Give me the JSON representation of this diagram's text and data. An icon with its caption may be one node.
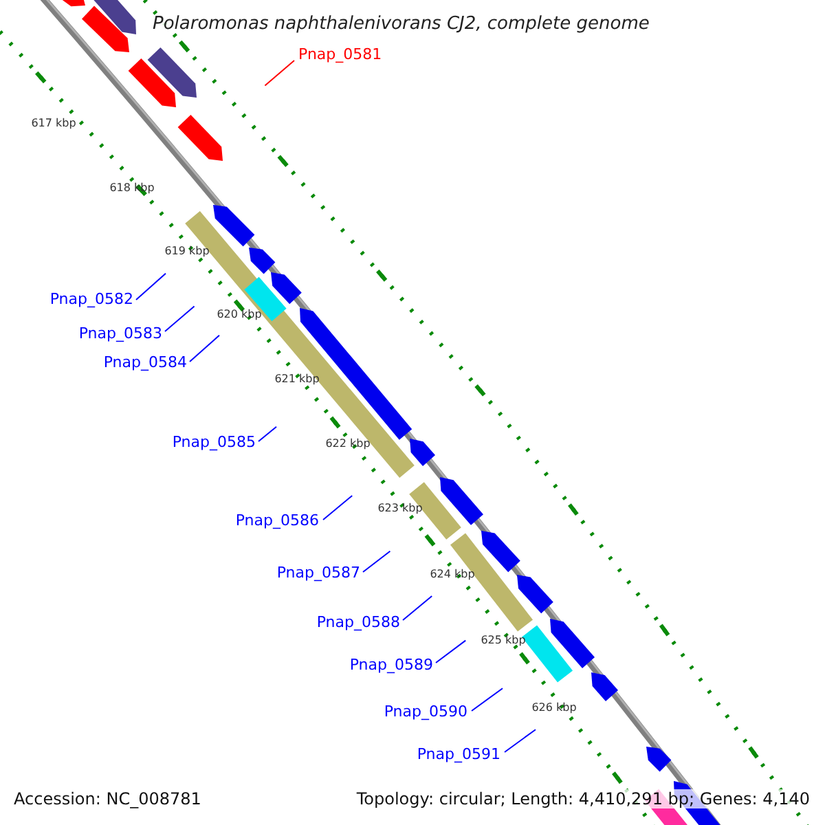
{
  "diagram": {
    "title": "Polaromonas naphthalenivorans CJ2, complete genome",
    "nodes": [
      {
        "text": [
          "Pnap_0581"
        ]
      },
      {
        "text": [
          "Pnap_0582"
        ]
      },
      {
        "text": [
          "Pnap_0583"
        ]
      },
      {
        "text": [
          "Pnap_0584"
        ]
      },
      {
        "text": [
          "Pnap_0585"
        ]
      },
      {
        "text": [
          "Pnap_0586"
        ]
      },
      {
        "text": [
          "Pnap_0587"
        ]
      },
      {
        "text": [
          "Pnap_0588"
        ]
      },
      {
        "text": [
          "Pnap_0589"
        ]
      },
      {
        "text": [
          "Pnap_0590"
        ]
      },
      {
        "text": [
          "Pnap_0591"
        ]
      }
    ],
    "edges": [
      {
        "from": 0,
        "to": null,
        "arrow": "none",
        "color": "#ff0000"
      },
      {
        "from": 1,
        "to": null,
        "arrow": "none"
      },
      {
        "from": 2,
        "to": null,
        "arrow": "none"
      },
      {
        "from": 3,
        "to": null,
        "arrow": "none"
      },
      {
        "from": 4,
        "to": null,
        "arrow": "none"
      },
      {
        "from": 5,
        "to": null,
        "arrow": "none"
      },
      {
        "from": 6,
        "to": null,
        "arrow": "none"
      },
      {
        "from": 7,
        "to": null,
        "arrow": "none"
      },
      {
        "from": 8,
        "to": null,
        "arrow": "none"
      },
      {
        "from": 9,
        "to": null,
        "arrow": "none"
      },
      {
        "from": 10,
        "to": null,
        "arrow": "none"
      }
    ],
    "labels": [
      "617 kbp",
      "618 kbp",
      "619 kbp",
      "620 kbp",
      "621 kbp",
      "622 kbp",
      "623 kbp",
      "624 kbp",
      "625 kbp",
      "626 kbp",
      "Accession: NC_008781",
      "Topology: circular; Length: 4,410,291 bp; Genes: 4,140"
    ]
  }
}
